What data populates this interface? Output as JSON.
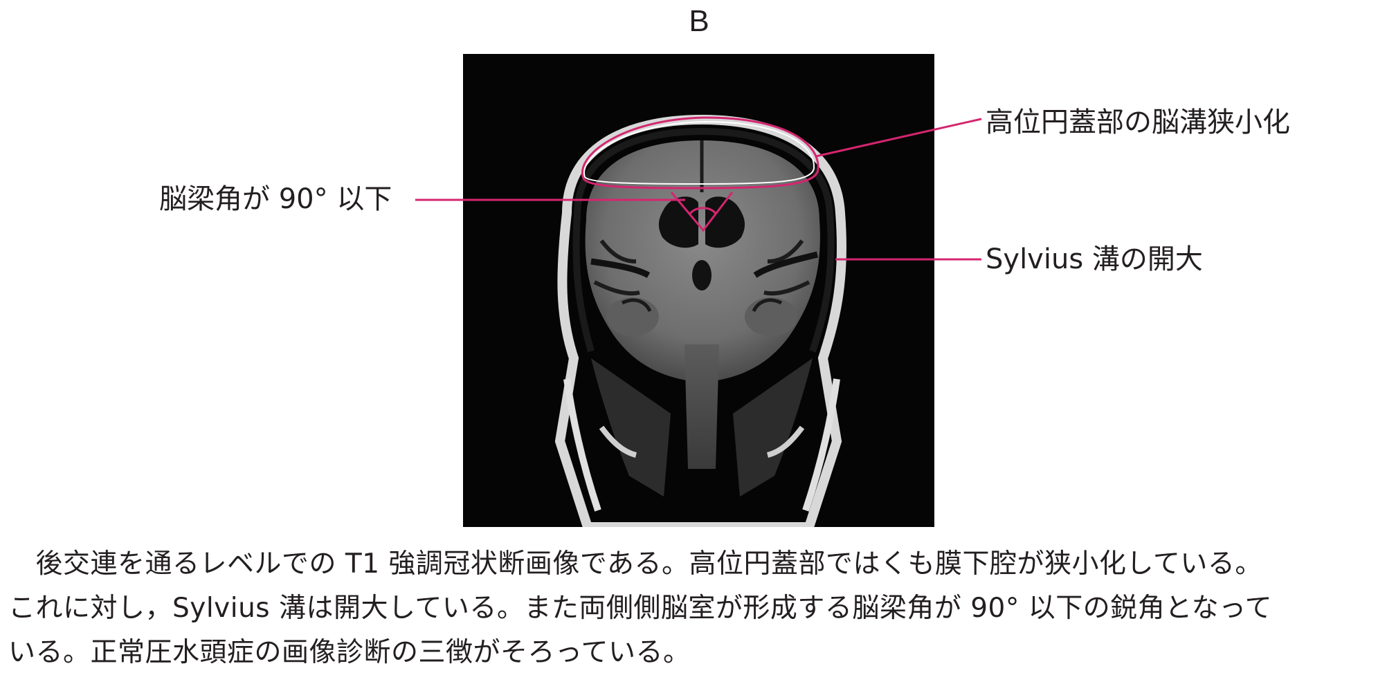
{
  "figure": {
    "panel_letter": "B",
    "annotations": {
      "top": "高位円蓋部の脳溝狭小化",
      "angle": "脳梁角が 90° 以下",
      "sylvius": "Sylvius 溝の開大"
    },
    "colors": {
      "leader_line": "#d4266f",
      "image_background": "#050505",
      "text": "#231f20"
    }
  },
  "caption": {
    "line1": "　後交連を通るレベルでの T1 強調冠状断画像である。高位円蓋部ではくも膜下腔が狭小化している。",
    "line2": "これに対し，Sylvius 溝は開大している。また両側側脳室が形成する脳梁角が 90° 以下の鋭角となって",
    "line3": "いる。正常圧水頭症の画像診断の三徴がそろっている。"
  }
}
